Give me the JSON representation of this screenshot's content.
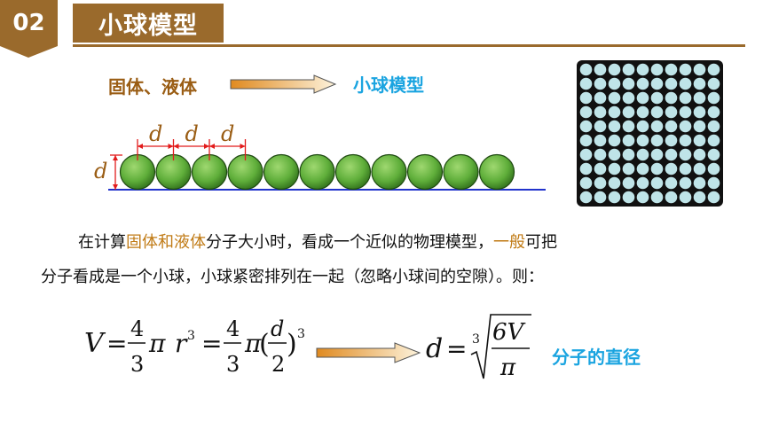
{
  "header": {
    "section_number": "02",
    "title": "小球模型"
  },
  "top": {
    "left_label": "固体、液体",
    "right_label": "小球模型"
  },
  "diagram": {
    "dim_label": "d",
    "ball_count": 11,
    "lattice_rows": 10,
    "lattice_cols": 10
  },
  "paragraph": {
    "line1_a": "在计算",
    "line1_hl1": "固体和液体",
    "line1_b": "分子大小时，看成一个近似的物理模型，",
    "line1_hl2": "一般",
    "line1_c": "可把",
    "line2": "分子看成是一个小球，小球紧密排列在一起（忽略小球间的空隙）。则："
  },
  "formula": {
    "V": "V",
    "eq": "=",
    "four": "4",
    "three": "3",
    "pi": "π",
    "r": "r",
    "cube": "3",
    "d": "d",
    "two": "2",
    "six_V": "6V",
    "root_index": "3",
    "result_label": "分子的直径"
  },
  "colors": {
    "brown": "#9a6a2c",
    "blue": "#1aa4e0",
    "ball_green": "#5fae3a",
    "arrow_orange": "#f0a030",
    "dim_red": "#e21b1b",
    "base_line": "#2233cc"
  }
}
